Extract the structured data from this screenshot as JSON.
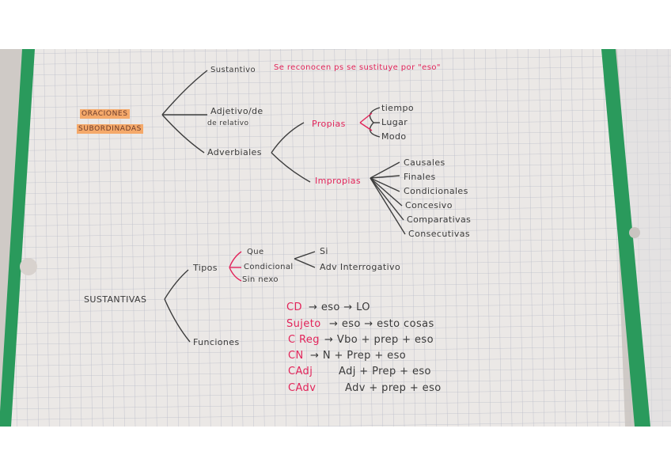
{
  "photo": {
    "description_icon": "handwritten-notebook-photo",
    "colors": {
      "paper": "#e9e6e4",
      "grid": "#b7b9c6",
      "binder_green": "#2a9a5c",
      "ink_black": "#3a3a3a",
      "ink_pink": "#e2245a",
      "highlight": "#f5a96a"
    }
  },
  "notes": {
    "title_line1": "ORACIONES",
    "title_line2": "SUBORDINADAS",
    "sustantivo": "Sustantivo",
    "sustantivo_note": "Se reconocen ps se sustituye por \"eso\"",
    "adjetivo_line1": "Adjetivo/de",
    "adjetivo_line2": "de relativo",
    "adverbiales": "Adverbiales",
    "propias": "Propias",
    "tiempo": "tiempo",
    "lugar": "Lugar",
    "modo": "Modo",
    "impropias": "Impropias",
    "causales": "Causales",
    "finales": "Finales",
    "condicionales": "Condicionales",
    "concesivas": "Concesivo",
    "comparativas": "Comparativas",
    "consecutivas": "Consecutivas",
    "sustantivas": "SUSTANTIVAS",
    "tipos": "Tipos",
    "que": "Que",
    "condicional": "Condicional",
    "sin_nexo": "Sin nexo",
    "si": "Si",
    "adv_interrogativo": "Adv Interrogativo",
    "funciones": "Funciones",
    "cd_label": "CD",
    "cd_rule": "→ eso → LO",
    "sujeto_label": "Sujeto",
    "sujeto_rule": "→ eso → esto cosas",
    "creg_label": "C Reg",
    "creg_rule": "→ Vbo + prep + eso",
    "cn_label": "CN",
    "cn_rule": "→ N + Prep + eso",
    "cadj_label": "CAdj",
    "cadj_rule": "Adj + Prep + eso",
    "cadv_label": "CAdv",
    "cadv_rule": "Adv + prep + eso"
  }
}
